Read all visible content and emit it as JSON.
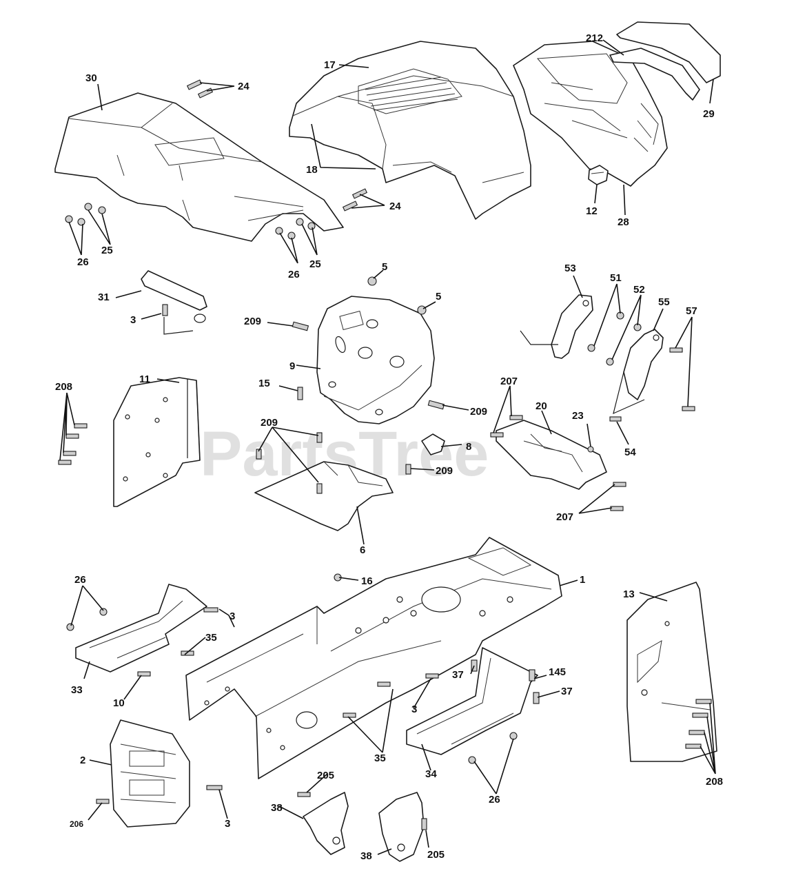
{
  "watermark": "PartsTree",
  "callouts": {
    "c30": "30",
    "c24a": "24",
    "c17": "17",
    "c212": "212",
    "c29": "29",
    "c18": "18",
    "c12": "12",
    "c28": "28",
    "c24b": "24",
    "c25a": "25",
    "c26a": "26",
    "c26b": "26",
    "c25b": "25",
    "c5a": "5",
    "c5b": "5",
    "c31": "31",
    "c3a": "3",
    "c209a": "209",
    "c9": "9",
    "c53": "53",
    "c51": "51",
    "c52": "52",
    "c55": "55",
    "c57": "57",
    "c208a": "208",
    "c11": "11",
    "c15": "15",
    "c209b": "209",
    "c207a": "207",
    "c20": "20",
    "c23": "23",
    "c209c": "209",
    "c8": "8",
    "c209d": "209",
    "c54": "54",
    "c207b": "207",
    "c6": "6",
    "c26c": "26",
    "c16": "16",
    "c1": "1",
    "c13": "13",
    "c3b": "3",
    "c35a": "35",
    "c33": "33",
    "c10": "10",
    "c37a": "37",
    "c145": "145",
    "c37b": "37",
    "c3c": "3",
    "c35b": "35",
    "c2": "2",
    "c34": "34",
    "c26d": "26",
    "c208b": "208",
    "c205a": "205",
    "c3d": "3",
    "c206": "206",
    "c38a": "38",
    "c38b": "38",
    "c205b": "205"
  }
}
